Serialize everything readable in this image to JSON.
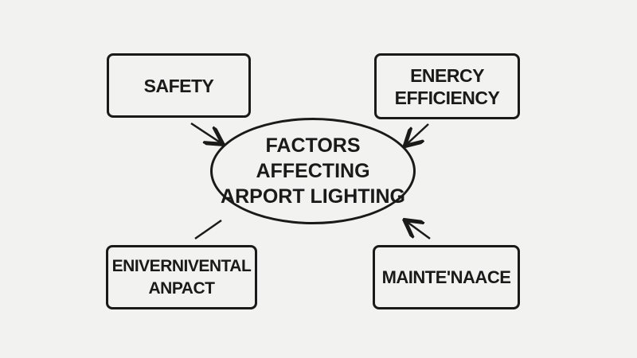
{
  "diagram": {
    "center": {
      "lines": [
        "FACTORS",
        "AFFECTING",
        "ARPORT LIGHTING"
      ]
    },
    "nodes": [
      {
        "lines": [
          "SAFETY"
        ]
      },
      {
        "lines": [
          "ENERCY",
          "EFFICIENCY"
        ]
      },
      {
        "lines": [
          "ENIVERNIVENTAL",
          "ANPACT"
        ]
      },
      {
        "lines": [
          "MAINTE'NAACE"
        ]
      }
    ]
  }
}
